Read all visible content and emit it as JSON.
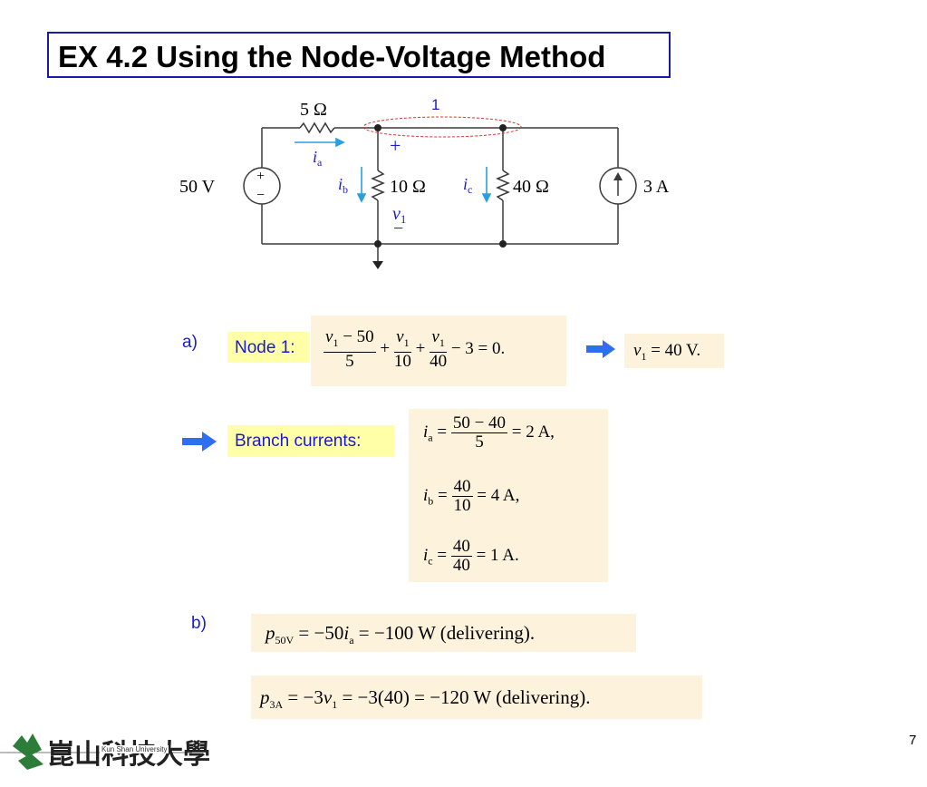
{
  "title": "EX 4.2  Using the Node-Voltage Method",
  "circuit": {
    "node_label": "1",
    "r1": "5 Ω",
    "r2": "10 Ω",
    "r3": "40 Ω",
    "source_v": "50 V",
    "source_i": "3 A",
    "ia": "i",
    "ia_sub": "a",
    "ib": "i",
    "ib_sub": "b",
    "ic": "i",
    "ic_sub": "c",
    "plus": "+",
    "minus": "−",
    "v1": "v",
    "v1_sub": "1"
  },
  "part_a": {
    "marker": "a)",
    "node_label": "Node 1:",
    "result": "= 40 V."
  },
  "branch": {
    "label": "Branch currents:",
    "ia_rhs": "= 2 A,",
    "ib_rhs": "= 4 A,",
    "ic_rhs": "= 1 A."
  },
  "part_b": {
    "marker": "b)",
    "p50_rest": "= −50",
    "p50_tail": "= −100 W (delivering).",
    "p3_rest": "= −3",
    "p3_tail": "= −3(40) = −120 W (delivering)."
  },
  "logo": {
    "university": "Kun Shan University",
    "chinese": "崑山科技大學"
  },
  "page_number": "7",
  "colors": {
    "title_border": "#1a1aa8",
    "highlight": "#ffffa8",
    "formula_bg": "#fdf3dd",
    "blue_text": "#1a1ad0",
    "arrow": "#2e6ff2",
    "logo_green": "#2d7d3a"
  }
}
